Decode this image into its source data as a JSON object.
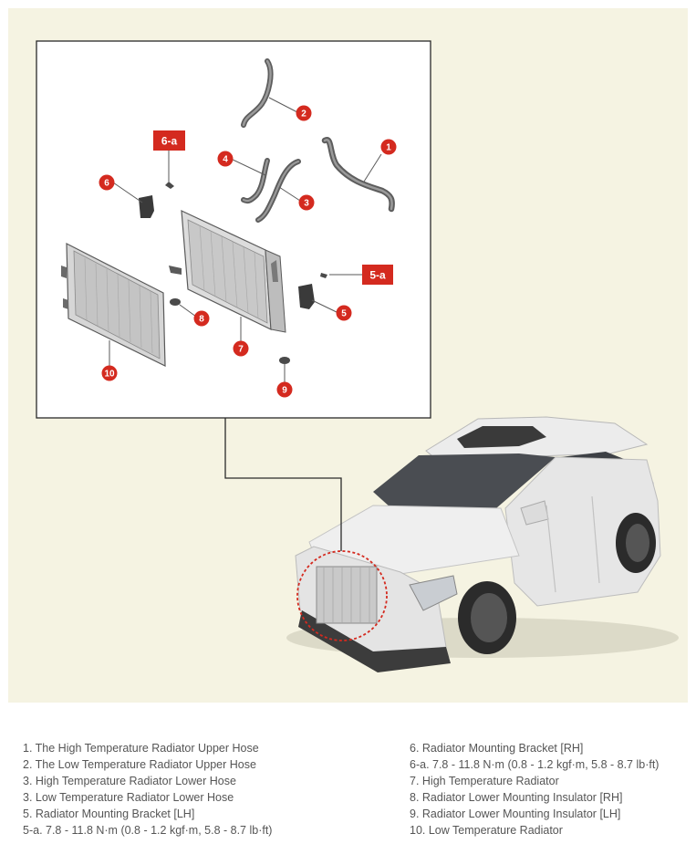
{
  "callouts": {
    "c1": "1",
    "c2": "2",
    "c3": "3",
    "c4": "4",
    "c5": "5",
    "c5a": "5-a",
    "c6": "6",
    "c6a": "6-a",
    "c7": "7",
    "c8": "8",
    "c9": "9",
    "c10": "10"
  },
  "legend": {
    "left": [
      "1. The High Temperature Radiator Upper Hose",
      "2. The Low Temperature Radiator Upper Hose",
      "3. High Temperature Radiator Lower Hose",
      "3. Low Temperature Radiator Lower Hose",
      "5. Radiator Mounting Bracket [LH]",
      "5-a. 7.8 - 11.8 N·m (0.8 - 1.2 kgf·m, 5.8 - 8.7 lb·ft)"
    ],
    "right": [
      "6. Radiator Mounting Bracket [RH]",
      "6-a. 7.8 - 11.8 N·m (0.8 - 1.2 kgf·m, 5.8 - 8.7 lb·ft)",
      "7. High Temperature Radiator",
      "8. Radiator Lower Mounting Insulator [RH]",
      "9. Radiator Lower Mounting Insulator [LH]",
      "10. Low Temperature Radiator"
    ]
  },
  "colors": {
    "panel_bg": "#f5f3e2",
    "callout_red": "#d42a1f",
    "text": "#555555",
    "frame": "#2a2a2a"
  },
  "icons": {
    "main": "car-suv-illustration",
    "parts": "radiator-assembly-exploded-view"
  }
}
